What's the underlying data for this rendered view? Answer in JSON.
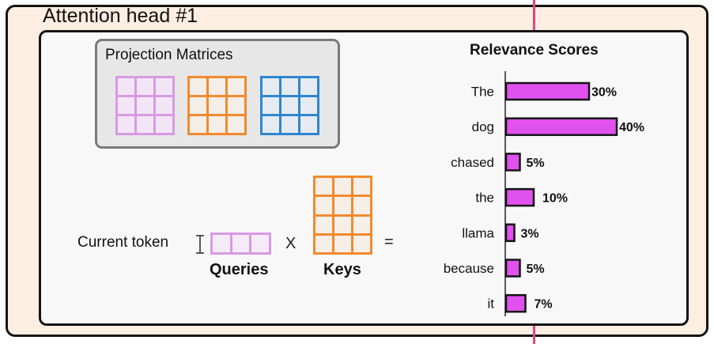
{
  "title": "Attention head #1",
  "projection": {
    "label": "Projection Matrices"
  },
  "equation": {
    "current_token": "Current token",
    "times": "X",
    "equals": "=",
    "queries": "Queries",
    "keys": "Keys"
  },
  "colors": {
    "pink": "#d89ae4",
    "orange": "#f28a2e",
    "blue": "#2f86d1",
    "bar_fill": "#e051ee",
    "accent_line": "#e0457f",
    "outer_bg": "#fdeee2",
    "inner_bg": "#f8f8f8",
    "proj_bg": "#e7e7e7"
  },
  "chart_data": {
    "type": "bar",
    "orientation": "horizontal",
    "title": "Relevance Scores",
    "categories": [
      "The",
      "dog",
      "chased",
      "the",
      "llama",
      "because",
      "it"
    ],
    "values": [
      30,
      40,
      5,
      10,
      3,
      5,
      7
    ],
    "labels": [
      "30%",
      "40%",
      "5%",
      "10%",
      "3%",
      "5%",
      "7%"
    ],
    "unit": "%",
    "xlim": [
      0,
      40
    ]
  }
}
